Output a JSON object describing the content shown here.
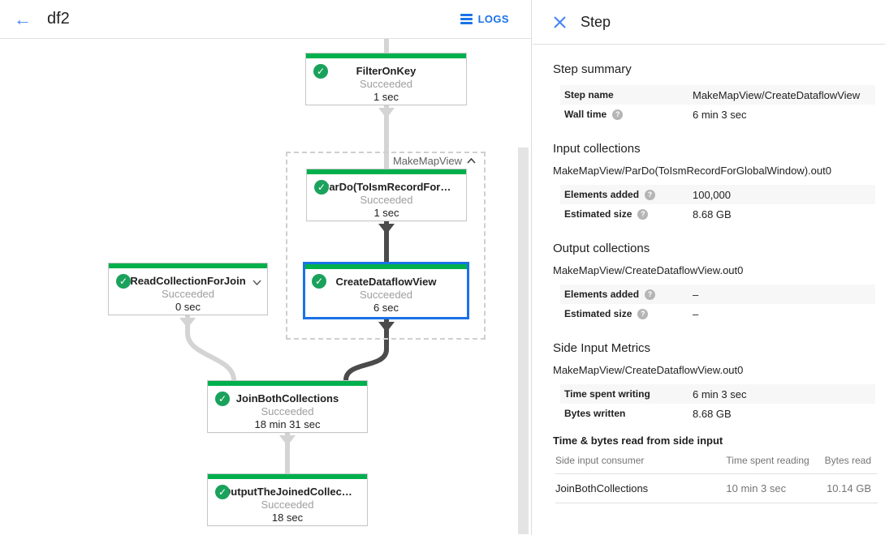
{
  "topbar": {
    "title": "df2",
    "logs_label": "LOGS"
  },
  "icons": {
    "back": "←",
    "check": "✓",
    "help": "?"
  },
  "colors": {
    "accent_blue": "#1a73e8",
    "success_green": "#00b04c",
    "check_green": "#1aa25c",
    "edge_light": "#d4d4d4",
    "edge_dark": "#4b4b4b",
    "selected_border": "#1a73e8"
  },
  "graph": {
    "group_label": "MakeMapView",
    "nodes": [
      {
        "title": "FilterOnKey",
        "status": "Succeeded",
        "time": "1 sec"
      },
      {
        "title": "ParDo(ToIsmRecordFor…",
        "status": "Succeeded",
        "time": "1 sec"
      },
      {
        "title": "CreateDataflowView",
        "status": "Succeeded",
        "time": "6 sec"
      },
      {
        "title": "ReadCollectionForJoin",
        "status": "Succeeded",
        "time": "0 sec"
      },
      {
        "title": "JoinBothCollections",
        "status": "Succeeded",
        "time": "18 min 31 sec"
      },
      {
        "title": "OutputTheJoinedCollec…",
        "status": "Succeeded",
        "time": "18 sec"
      }
    ]
  },
  "panel": {
    "title": "Step",
    "sections": [
      {
        "heading": "Step summary",
        "rows": [
          {
            "label": "Step name",
            "value": "MakeMapView/CreateDataflowView"
          },
          {
            "label": "Wall time",
            "value": "6 min 3 sec"
          }
        ]
      },
      {
        "heading": "Input collections",
        "subtitle": "MakeMapView/ParDo(ToIsmRecordForGlobalWindow).out0",
        "rows": [
          {
            "label": "Elements added",
            "value": "100,000"
          },
          {
            "label": "Estimated size",
            "value": "8.68 GB"
          }
        ]
      },
      {
        "heading": "Output collections",
        "subtitle": "MakeMapView/CreateDataflowView.out0",
        "rows": [
          {
            "label": "Elements added",
            "value": "–"
          },
          {
            "label": "Estimated size",
            "value": "–"
          }
        ]
      },
      {
        "heading": "Side Input Metrics",
        "subtitle": "MakeMapView/CreateDataflowView.out0",
        "rows": [
          {
            "label": "Time spent writing",
            "value": "6 min 3 sec"
          },
          {
            "label": "Bytes written",
            "value": "8.68 GB"
          }
        ]
      }
    ],
    "side_table": {
      "heading": "Time & bytes read from side input",
      "columns": [
        "Side input consumer",
        "Time spent reading",
        "Bytes read"
      ],
      "rows": [
        [
          "JoinBothCollections",
          "10 min 3 sec",
          "10.14 GB"
        ]
      ]
    }
  }
}
